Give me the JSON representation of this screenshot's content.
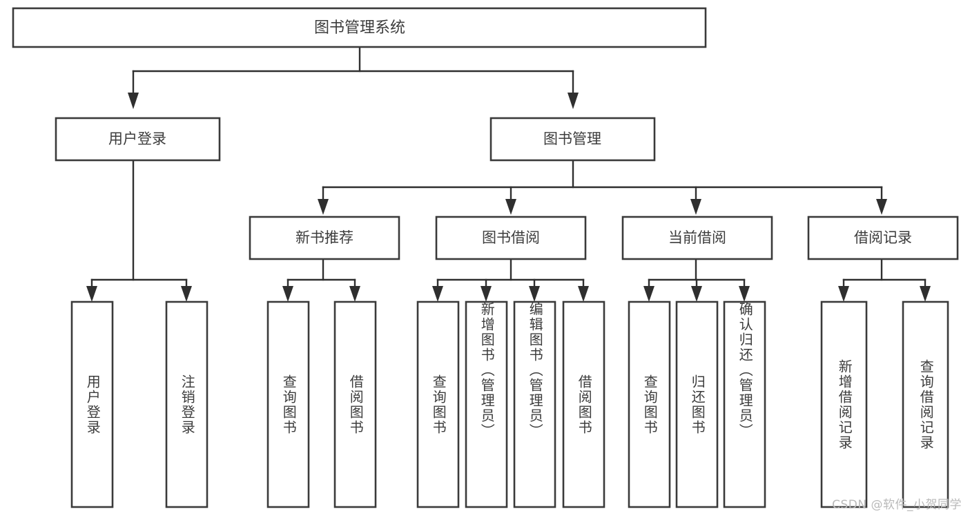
{
  "diagram": {
    "title": "图书管理系统",
    "watermark": "CSDN @软件_小贺同学",
    "colors": {
      "background": "#ffffff",
      "box_border": "#3a3a3a",
      "connector": "#2f2f2f",
      "text": "#3c3c3c",
      "watermark_text": "#b9b9b9"
    },
    "root": {
      "label": "图书管理系统"
    },
    "level2": [
      {
        "label": "用户登录"
      },
      {
        "label": "图书管理"
      }
    ],
    "level3": [
      {
        "label": "新书推荐"
      },
      {
        "label": "图书借阅"
      },
      {
        "label": "当前借阅"
      },
      {
        "label": "借阅记录"
      }
    ],
    "leaves": {
      "user_login": [
        {
          "label": "用户登录"
        },
        {
          "label": "注销登录"
        }
      ],
      "new_book_recommend": [
        {
          "label": "查询图书"
        },
        {
          "label": "借阅图书"
        }
      ],
      "book_borrow": [
        {
          "label": "查询图书"
        },
        {
          "label": "新增图书（管理员）"
        },
        {
          "label": "编辑图书（管理员）"
        },
        {
          "label": "借阅图书"
        }
      ],
      "current_borrow": [
        {
          "label": "查询图书"
        },
        {
          "label": "归还图书"
        },
        {
          "label": "确认归还（管理员）"
        }
      ],
      "borrow_record": [
        {
          "label": "新增借阅记录"
        },
        {
          "label": "查询借阅记录"
        }
      ]
    }
  }
}
